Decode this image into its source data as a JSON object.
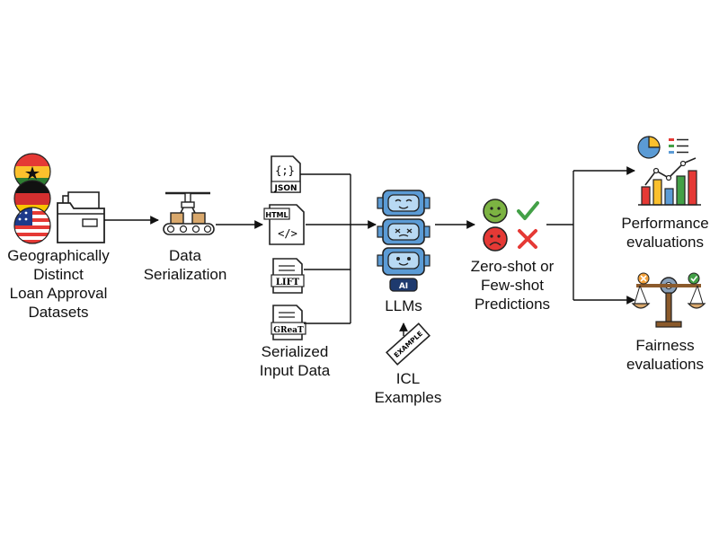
{
  "datasets_label": [
    "Geographically",
    "Distinct",
    "Loan Approval",
    "Datasets"
  ],
  "serialization_label": [
    "Data",
    "Serialization"
  ],
  "serialized_label": [
    "Serialized",
    "Input Data"
  ],
  "formats": {
    "json": "{;}",
    "json_tag": "JSON",
    "html_tag": "HTML",
    "html_glyph": "</>",
    "lift_tag": "LIFT",
    "great_tag": "GReaT"
  },
  "llm_label": "LLMs",
  "llm_badge": "AI",
  "icl_tag": "EXAMPLE",
  "icl_label": [
    "ICL",
    "Examples"
  ],
  "predictions_label": [
    "Zero-shot or",
    "Few-shot",
    "Predictions"
  ],
  "performance_label": [
    "Performance",
    "evaluations"
  ],
  "fairness_label": [
    "Fairness",
    "evaluations"
  ],
  "colors": {
    "ghana_red": "#e53935",
    "ghana_yellow": "#fbc02d",
    "ghana_green": "#2e7d32",
    "robot_blue": "#5b9bd5",
    "check_green": "#43a047",
    "cross_red": "#e53935",
    "face_green": "#7cb342",
    "face_red": "#e53935"
  }
}
